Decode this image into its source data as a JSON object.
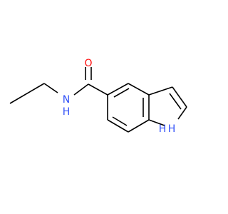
{
  "molecule": {
    "colors": {
      "bond": "#000000",
      "oxygen": "#ff0d0d",
      "nitrogen": "#3050f8"
    },
    "labels": {
      "carbonyl_oxygen": "O",
      "amide_nitrogen": "N",
      "amide_hydrogen": "H",
      "indole_nh": "H",
      "indole_hydrogen": "H"
    }
  }
}
